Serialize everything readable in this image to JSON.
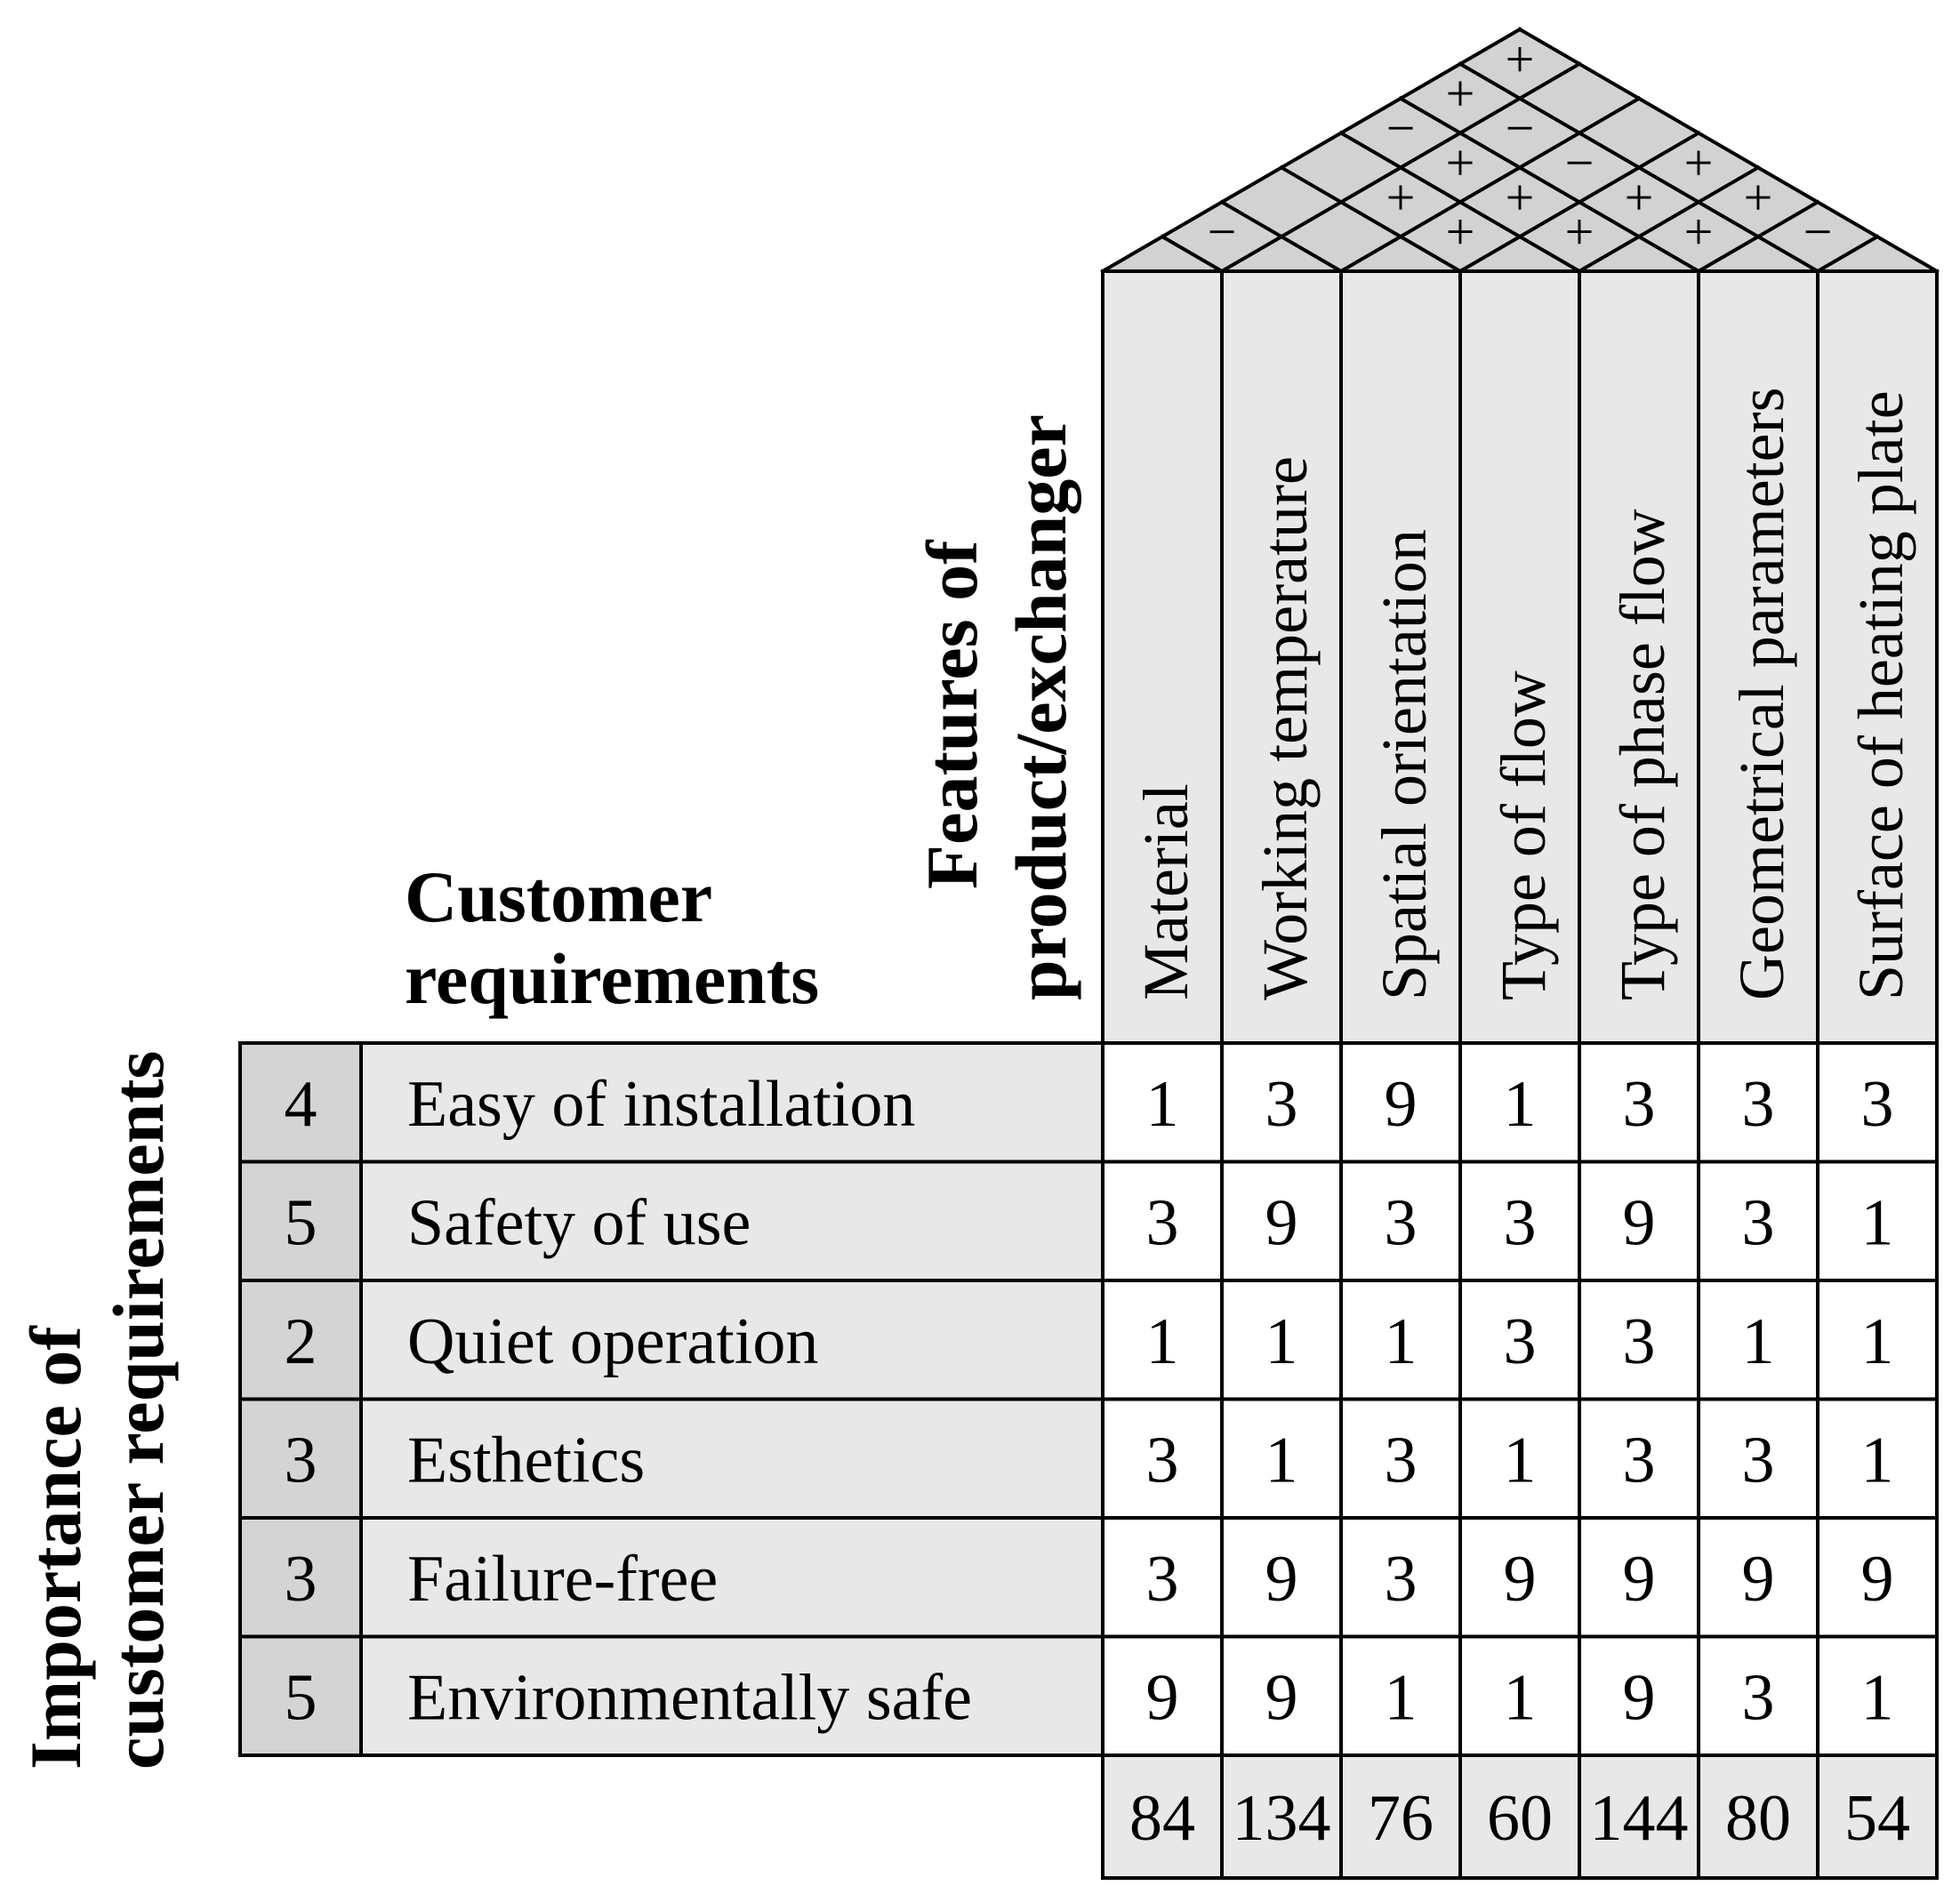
{
  "headers": {
    "features_line1": "Features of",
    "features_line2": "product/exchanger",
    "customer_line1": "Customer",
    "customer_line2": "requirements",
    "importance_line1": "Importance of",
    "importance_line2": "customer requirements"
  },
  "features": [
    "Material",
    "Working temperature",
    "Spatial orientation",
    "Type of flow",
    "Type of phase flow",
    "Geometrical parameters",
    "Surface of heating plate"
  ],
  "requirements": [
    {
      "importance": "4",
      "label": "Easy of installation",
      "values": [
        "1",
        "3",
        "9",
        "1",
        "3",
        "3",
        "3"
      ]
    },
    {
      "importance": "5",
      "label": "Safety of use",
      "values": [
        "3",
        "9",
        "3",
        "3",
        "9",
        "3",
        "1"
      ]
    },
    {
      "importance": "2",
      "label": "Quiet operation",
      "values": [
        "1",
        "1",
        "1",
        "3",
        "3",
        "1",
        "1"
      ]
    },
    {
      "importance": "3",
      "label": "Esthetics",
      "values": [
        "3",
        "1",
        "3",
        "1",
        "3",
        "3",
        "1"
      ]
    },
    {
      "importance": "3",
      "label": "Failure-free",
      "values": [
        "3",
        "9",
        "3",
        "9",
        "9",
        "9",
        "9"
      ]
    },
    {
      "importance": "5",
      "label": "Environmentally safe",
      "values": [
        "9",
        "9",
        "1",
        "1",
        "9",
        "3",
        "1"
      ]
    }
  ],
  "totals": [
    "84",
    "134",
    "76",
    "60",
    "144",
    "80",
    "54"
  ],
  "roof_correlations": [
    {
      "pair": [
        1,
        2
      ],
      "sign": "−"
    },
    {
      "pair": [
        2,
        3
      ],
      "sign": ""
    },
    {
      "pair": [
        3,
        4
      ],
      "sign": "+"
    },
    {
      "pair": [
        4,
        5
      ],
      "sign": "+"
    },
    {
      "pair": [
        5,
        6
      ],
      "sign": "+"
    },
    {
      "pair": [
        6,
        7
      ],
      "sign": "−"
    },
    {
      "pair": [
        1,
        3
      ],
      "sign": ""
    },
    {
      "pair": [
        2,
        4
      ],
      "sign": "+"
    },
    {
      "pair": [
        3,
        5
      ],
      "sign": "+"
    },
    {
      "pair": [
        4,
        6
      ],
      "sign": "+"
    },
    {
      "pair": [
        5,
        7
      ],
      "sign": "+"
    },
    {
      "pair": [
        1,
        4
      ],
      "sign": ""
    },
    {
      "pair": [
        2,
        5
      ],
      "sign": "+"
    },
    {
      "pair": [
        3,
        6
      ],
      "sign": "−"
    },
    {
      "pair": [
        4,
        7
      ],
      "sign": "+"
    },
    {
      "pair": [
        1,
        5
      ],
      "sign": "−"
    },
    {
      "pair": [
        2,
        6
      ],
      "sign": "−"
    },
    {
      "pair": [
        3,
        7
      ],
      "sign": ""
    },
    {
      "pair": [
        1,
        6
      ],
      "sign": "+"
    },
    {
      "pair": [
        2,
        7
      ],
      "sign": ""
    },
    {
      "pair": [
        1,
        7
      ],
      "sign": "+"
    }
  ],
  "colors": {
    "importance_fill": "#d4d4d4",
    "requirement_fill": "#e8e8e8",
    "header_fill": "#e8e8e8",
    "roof_fill": "#d2d2d2",
    "matrix_fill": "#ffffff",
    "line": "#000000"
  }
}
